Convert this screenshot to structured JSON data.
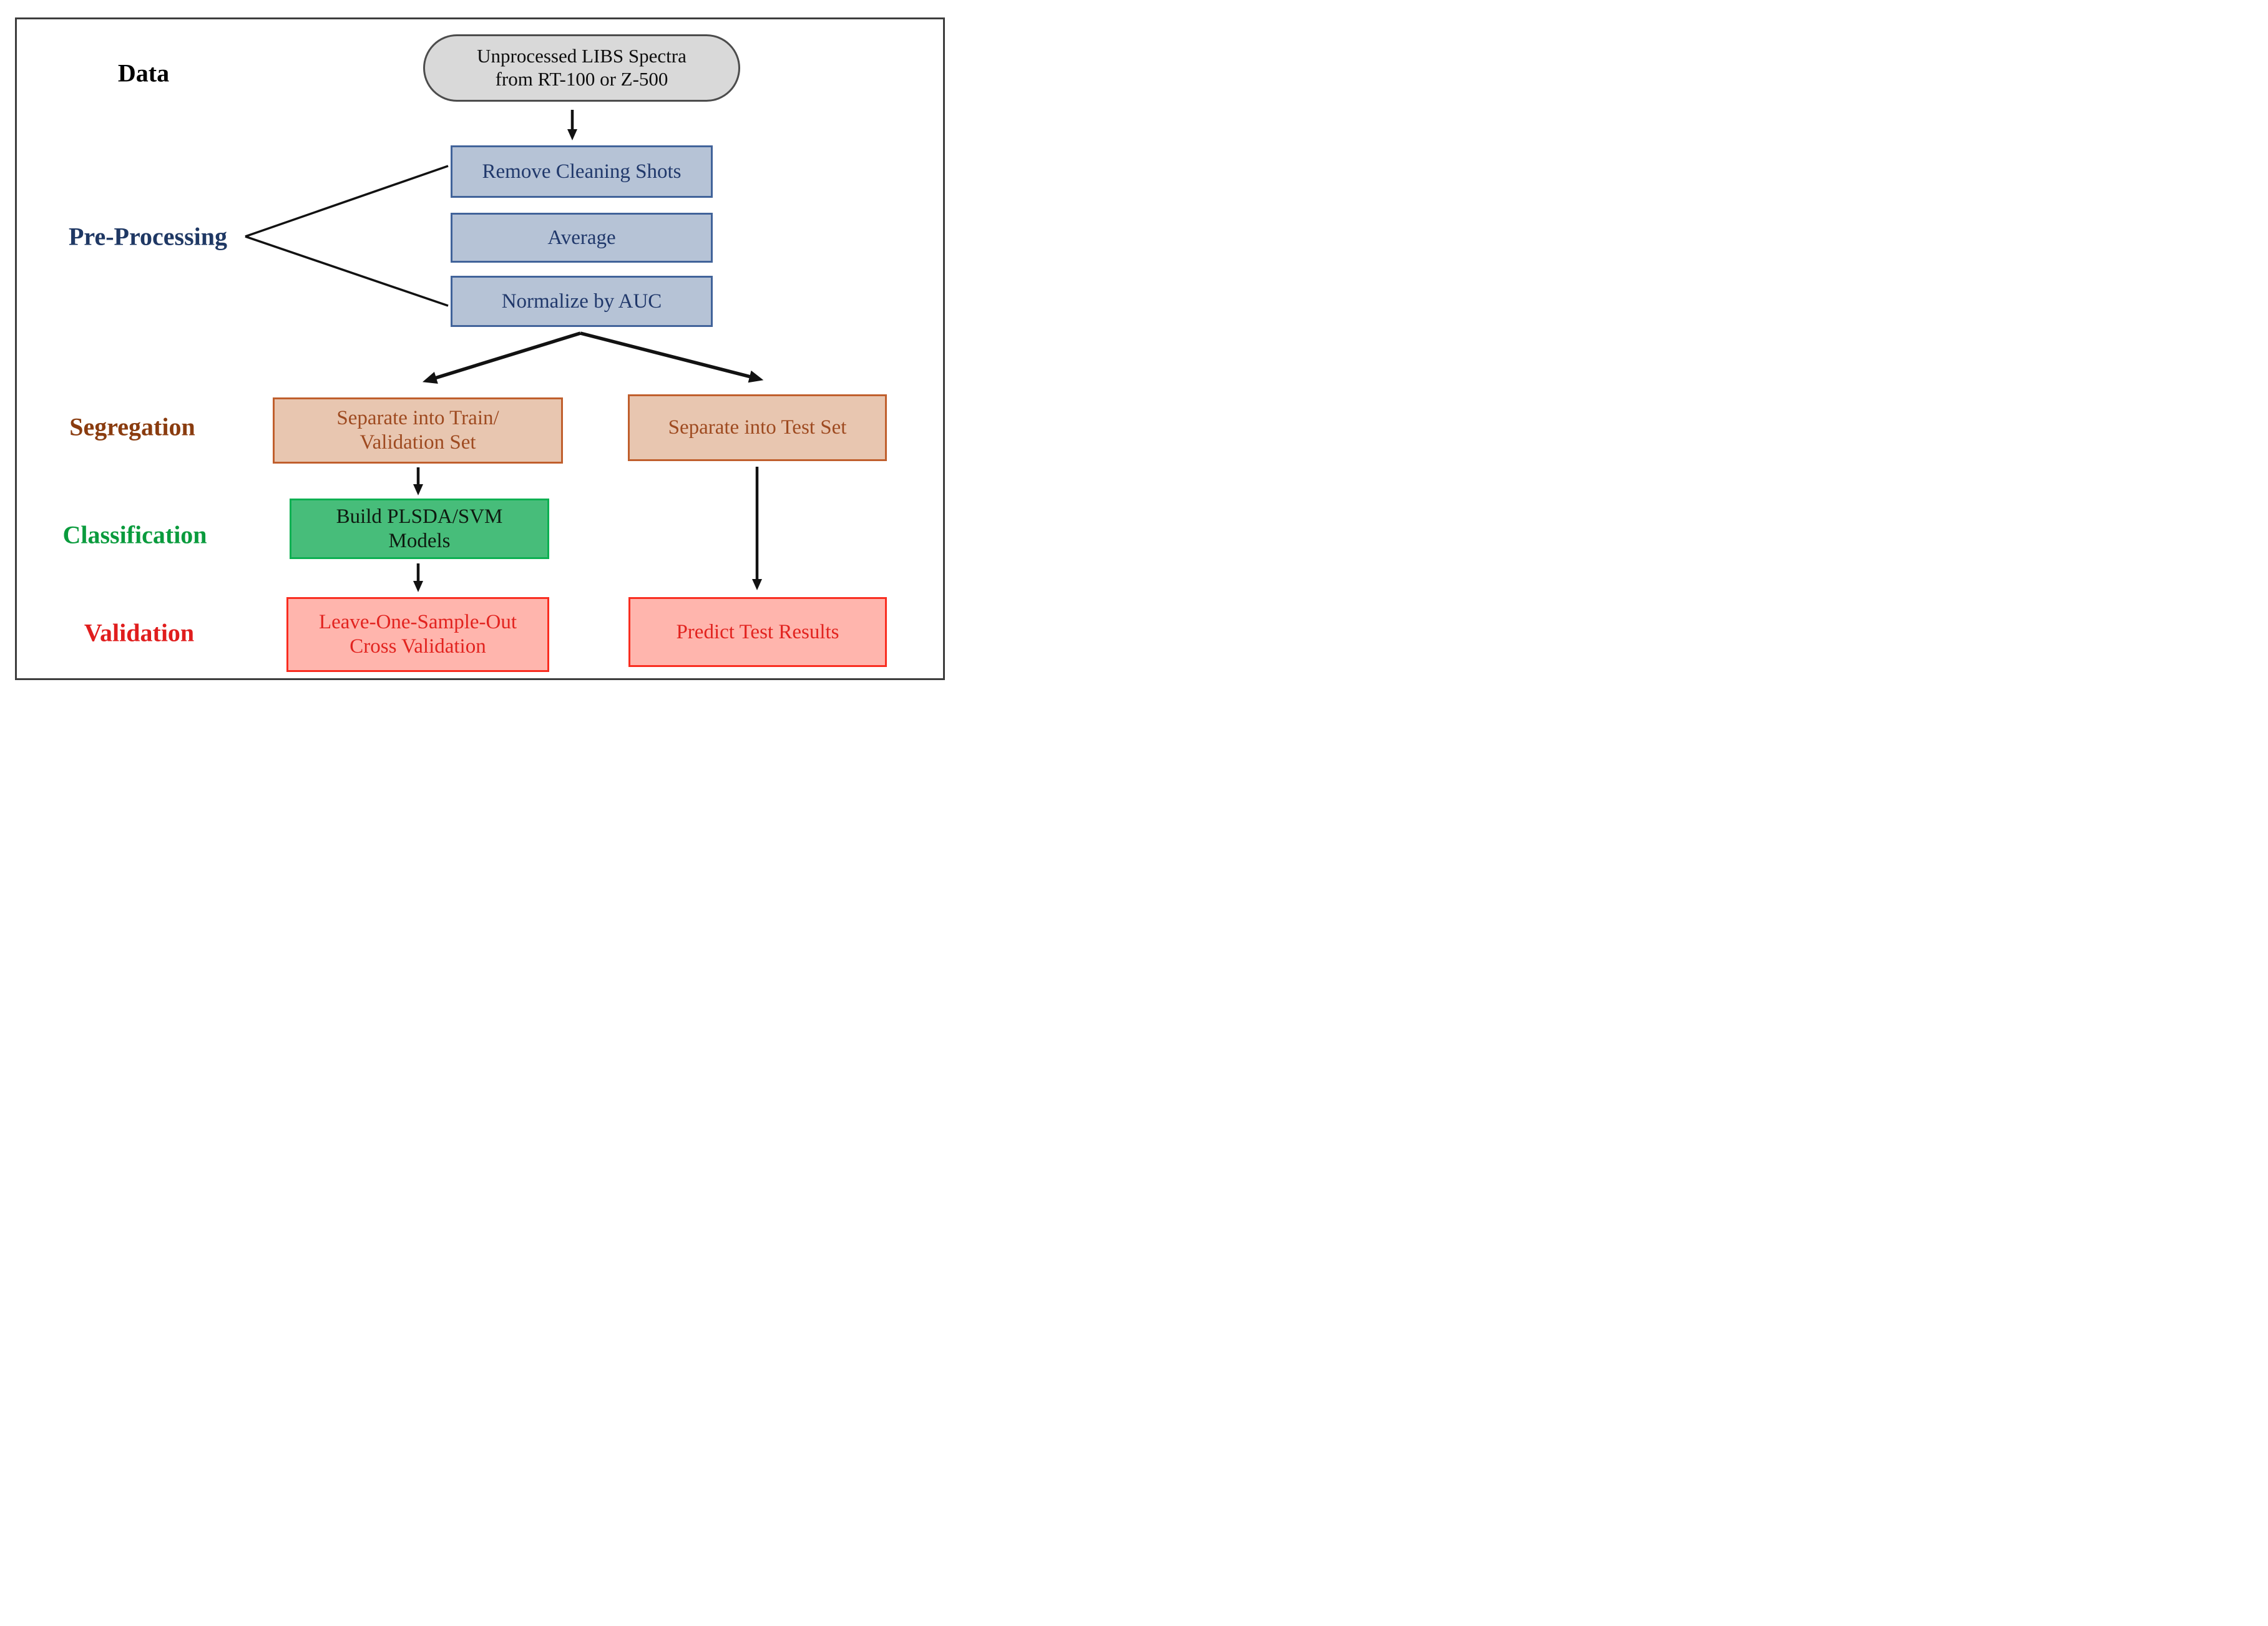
{
  "figure": {
    "stages": [
      {
        "id": "data",
        "label": "Data"
      },
      {
        "id": "pre-processing",
        "label": "Pre-Processing"
      },
      {
        "id": "segregation",
        "label": "Segregation"
      },
      {
        "id": "classification",
        "label": "Classification"
      },
      {
        "id": "validation",
        "label": "Validation"
      }
    ],
    "nodes": {
      "source": {
        "shape": "oval",
        "lines": [
          "Unprocessed LIBS Spectra",
          "from RT-100 or Z-500"
        ]
      },
      "remove": {
        "shape": "rect",
        "label": "Remove Cleaning Shots"
      },
      "average": {
        "shape": "rect",
        "label": "Average"
      },
      "normalize": {
        "shape": "rect",
        "label": "Normalize by AUC"
      },
      "train_val": {
        "shape": "rect",
        "lines": [
          "Separate into Train/",
          "Validation Set"
        ]
      },
      "test_set": {
        "shape": "rect",
        "label": "Separate into Test Set"
      },
      "build_models": {
        "shape": "rect",
        "lines": [
          "Build PLSDA/SVM",
          "Models"
        ]
      },
      "cross_validation": {
        "shape": "rect",
        "lines": [
          "Leave-One-Sample-Out",
          "Cross Validation"
        ]
      },
      "predict": {
        "shape": "rect",
        "label": "Predict Test Results"
      }
    }
  },
  "colors": {
    "frame-border": "#3d3d3d",
    "arrow-color": "#121212",
    "oval-fill": "#d9d9d9",
    "oval-border": "#4c4c4c",
    "oval-text": "#0d0d0d",
    "blue-fill": "#b6c3d6",
    "blue-border": "#41639a",
    "blue-text": "#20386b",
    "tan-fill": "#e8c6b0",
    "tan-border": "#c05f2d",
    "tan-text": "#9e4a20",
    "green-fill": "#47bd7a",
    "green-border": "#0cb052",
    "green-text": "#0e1a10",
    "pink-fill": "#ffb5ad",
    "pink-border": "#f92d20",
    "pink-text": "#e2231f",
    "label-data": "#000000",
    "label-pre": "#1f3864",
    "label-seg": "#8a3c0f",
    "label-class": "#0a9b3d",
    "label-val": "#e01d1d",
    "page-bg": "#ffffff"
  }
}
